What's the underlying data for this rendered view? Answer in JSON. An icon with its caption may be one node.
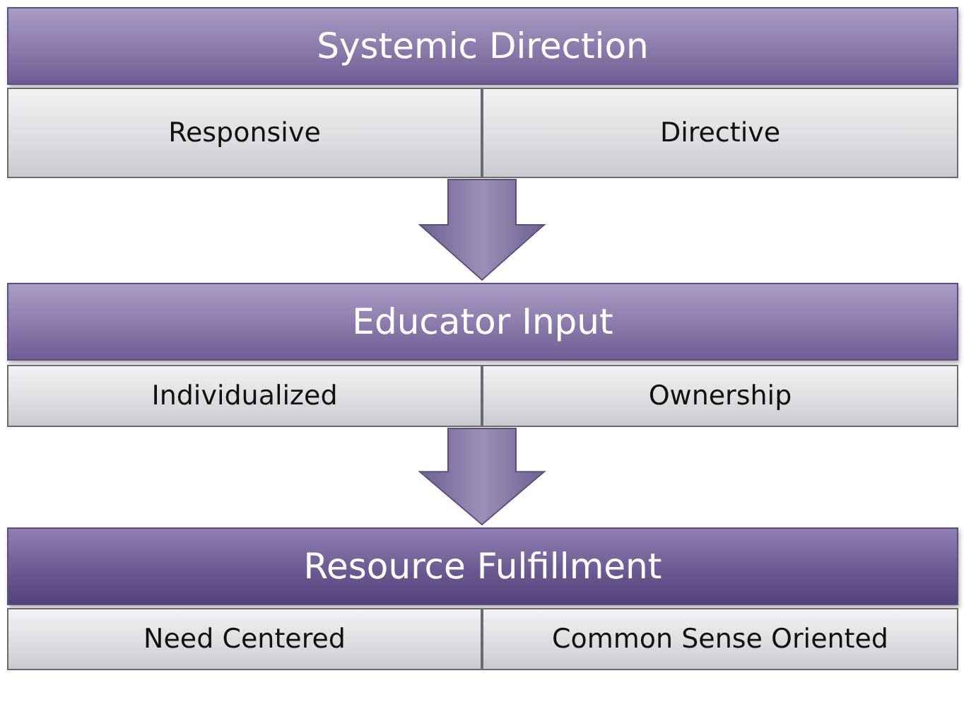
{
  "diagram": {
    "nodes": [
      {
        "text": [
          "Systemic Direction"
        ]
      },
      {
        "text": [
          "Responsive"
        ]
      },
      {
        "text": [
          "Directive"
        ]
      },
      {
        "text": [
          "Educator Input"
        ]
      },
      {
        "text": [
          "Individualized"
        ]
      },
      {
        "text": [
          "Ownership"
        ]
      },
      {
        "text": [
          "Resource Fulfillment"
        ]
      },
      {
        "text": [
          "Need Centered"
        ]
      },
      {
        "text": [
          "Common Sense Oriented"
        ]
      }
    ],
    "edges": [
      {
        "from": 0,
        "to": 3,
        "arrow": "to"
      },
      {
        "from": 3,
        "to": 6,
        "arrow": "to"
      }
    ]
  }
}
